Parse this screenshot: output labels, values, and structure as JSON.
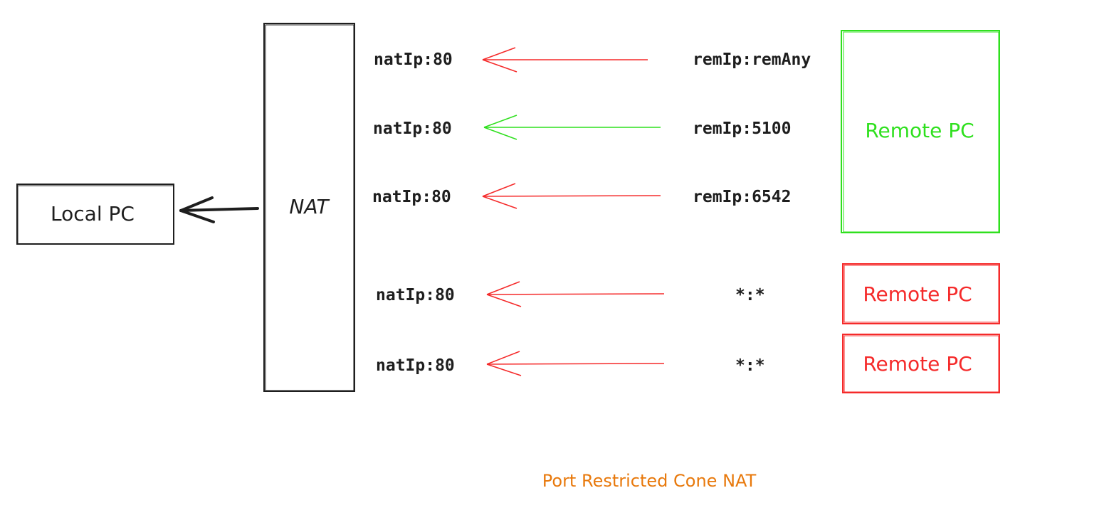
{
  "colors": {
    "black": "#1e1e1e",
    "green": "#2fe01e",
    "red": "#f52a2a",
    "orange": "#e8790c"
  },
  "local_pc": {
    "label": "Local PC"
  },
  "nat": {
    "label": "NAT"
  },
  "rows": [
    {
      "nat": "natIp:80",
      "remote": "remIp:remAny",
      "arrow_color": "red"
    },
    {
      "nat": "natIp:80",
      "remote": "remIp:5100",
      "arrow_color": "green"
    },
    {
      "nat": "natIp:80",
      "remote": "remIp:6542",
      "arrow_color": "red"
    },
    {
      "nat": "natIp:80",
      "remote": "*:*",
      "arrow_color": "red"
    },
    {
      "nat": "natIp:80",
      "remote": "*:*",
      "arrow_color": "red"
    }
  ],
  "remote_boxes": [
    {
      "label": "Remote PC",
      "color": "green"
    },
    {
      "label": "Remote PC",
      "color": "red"
    },
    {
      "label": "Remote PC",
      "color": "red"
    }
  ],
  "caption": "Port Restricted Cone NAT"
}
